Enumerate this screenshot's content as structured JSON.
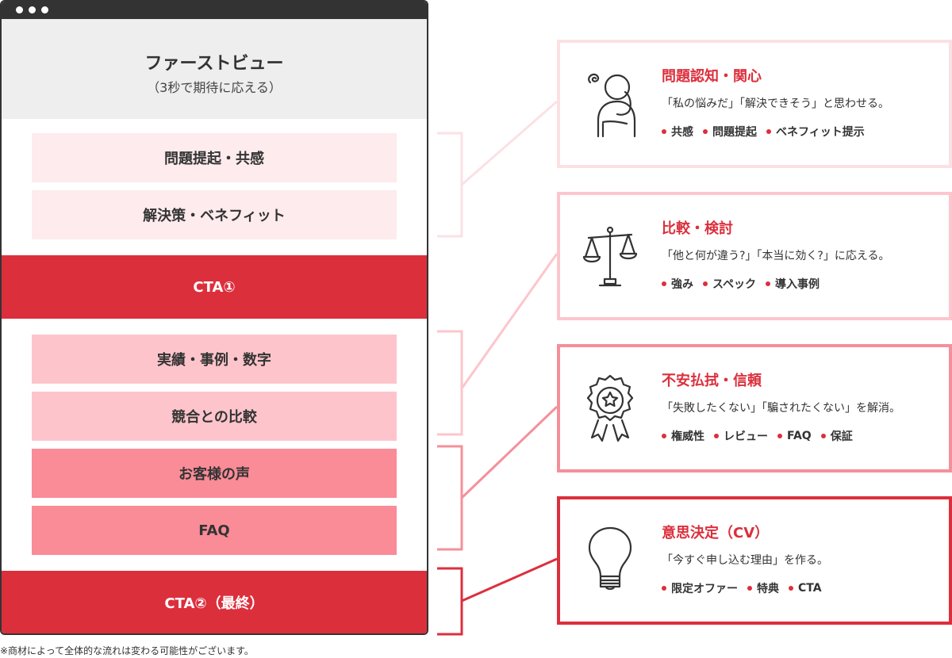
{
  "first_view": {
    "title": "ファーストビュー",
    "subtitle": "（3秒で期待に応える）"
  },
  "sections": [
    "問題提起・共感",
    "解決策・ベネフィット",
    "実績・事例・数字",
    "競合との比較",
    "お客様の声",
    "FAQ"
  ],
  "cta": {
    "first": "CTA①",
    "final": "CTA②（最終）"
  },
  "note": "※商材によって全体的な流れは変わる可能性がございます。",
  "stages": [
    {
      "title": "問題認知・関心",
      "desc": "「私の悩みだ」「解決できそう」と思わせる。",
      "tags": [
        "共感",
        "問題提起",
        "ベネフィット提示"
      ],
      "icon": "thinking-person-icon",
      "color": "#fbe1e4"
    },
    {
      "title": "比較・検討",
      "desc": "「他と何が違う?」「本当に効く?」に応える。",
      "tags": [
        "強み",
        "スペック",
        "導入事例"
      ],
      "icon": "scale-icon",
      "color": "#fcc6cc"
    },
    {
      "title": "不安払拭・信頼",
      "desc": "「失敗したくない」「騙されたくない」を解消。",
      "tags": [
        "権威性",
        "レビュー",
        "FAQ",
        "保証"
      ],
      "icon": "award-badge-icon",
      "color": "#f4909b"
    },
    {
      "title": "意思決定（CV）",
      "desc": "「今すぐ申し込む理由」を作る。",
      "tags": [
        "限定オファー",
        "特典",
        "CTA"
      ],
      "icon": "lightbulb-icon",
      "color": "#dc2f3c"
    }
  ],
  "colors": {
    "accent": "#dc2f3c",
    "pink_light": "#fdebed",
    "pink_mid": "#fdc5cb",
    "pink_strong": "#f98c97"
  }
}
